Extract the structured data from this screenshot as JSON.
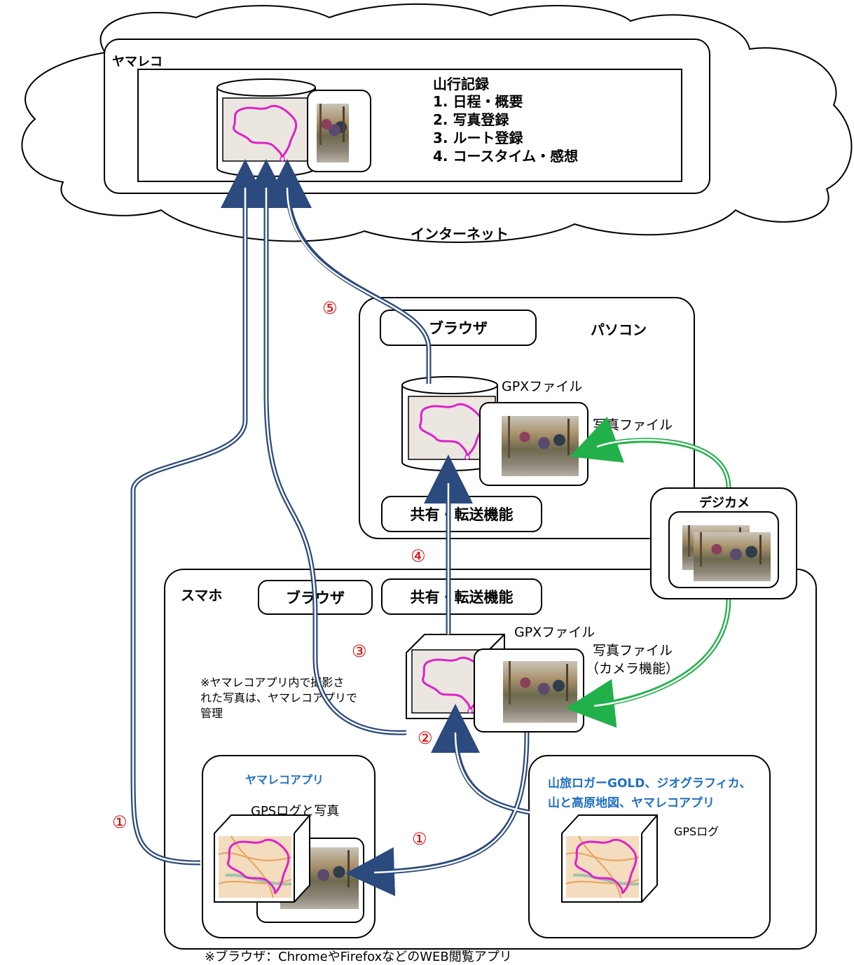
{
  "cloud": {
    "title": "ヤマレコ",
    "internet_label": "インターネット",
    "record": {
      "heading": "山行記録",
      "items": [
        "1. 日程・概要",
        "2. 写真登録",
        "3. ルート登録",
        "4. コースタイム・感想"
      ]
    }
  },
  "pc": {
    "title": "パソコン",
    "browser_label": "ブラウザ",
    "gpx_label": "GPXファイル",
    "photo_label": "写真ファイル",
    "share_label": "共有・転送機能"
  },
  "camera": {
    "title": "デジカメ"
  },
  "smartphone": {
    "title": "スマホ",
    "browser_label": "ブラウザ",
    "share_label": "共有・転送機能",
    "gpx_label": "GPXファイル",
    "photo_label_line1": "写真ファイル",
    "photo_label_line2": "（カメラ機能）",
    "note_lines": [
      "※ヤマレコアプリ内で撮影さ",
      "れた写真は、ヤマレコアプリで",
      "管理"
    ],
    "yamareco_app": {
      "title": "ヤマレコアプリ",
      "caption": "GPSログと写真"
    },
    "other_apps": {
      "title_line1": "山旅ロガーGOLD、ジオグラフィカ、",
      "title_line2": "山と高原地図、ヤマレコアプリ",
      "caption": "GPSログ"
    }
  },
  "steps": {
    "s1_left": "①",
    "s1_right": "①",
    "s2": "②",
    "s3": "③",
    "s4": "④",
    "s5": "⑤"
  },
  "footer": "※ブラウザ：ChromeやFirefoxなどのWEB閲覧アプリ",
  "colors": {
    "flow_blue": "#2b4a7e",
    "flow_green": "#22b04a",
    "route_magenta": "#e020c8",
    "step_red": "#e00000",
    "app_blue": "#1f6fc2"
  }
}
